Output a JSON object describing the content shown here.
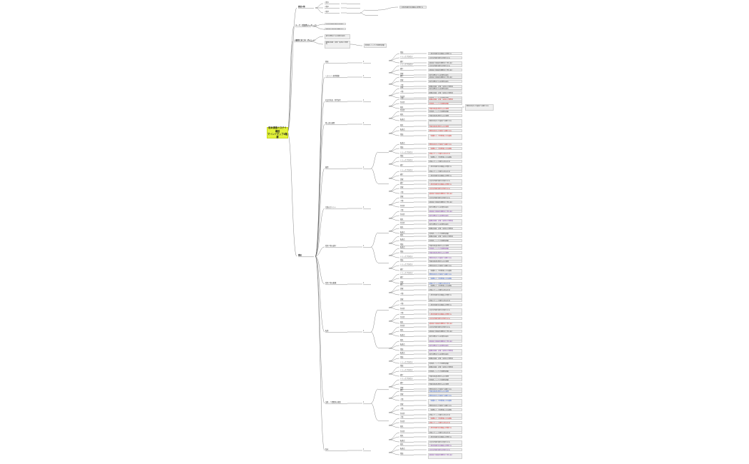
{
  "central_topic": {
    "line1": "松本清張ミステリ構成",
    "line2": "マインドマップ4階層"
  },
  "level1": [
    "登場人物",
    "テーマ（社会的メッセージ）",
    "一般的なまとめ（ポイント）",
    "構成"
  ],
  "level2": [
    "発端",
    "ミステリー要素構築",
    "社会的背景・時代描写",
    "導入部の展開",
    "展開",
    "行動のポイント",
    "登場人物の描写",
    "登場人物の動機",
    "転換",
    "証拠・人間関係の構造",
    "結末"
  ],
  "level3": [
    "場面",
    "トリックプロセス",
    "描写",
    "伏線",
    "人物",
    "作中作",
    "発見",
    "転換点"
  ],
  "notes": [
    "人物の性格が話の構造に影響する",
    "社会の矛盾が事件の背景となる",
    "被害者と加害者の関係を丁寧に描く",
    "事件の舞台となる場所の描写",
    "動機は金銭・名誉・保身など現実的",
    "時刻表トリックと地理的移動",
    "刑事の地道な聞き込みと推理",
    "偶然の出会いが真相への鍵となる",
    "「普通の人」が犯罪者になる過程",
    "読者にヒントを散りばめる手法"
  ]
}
